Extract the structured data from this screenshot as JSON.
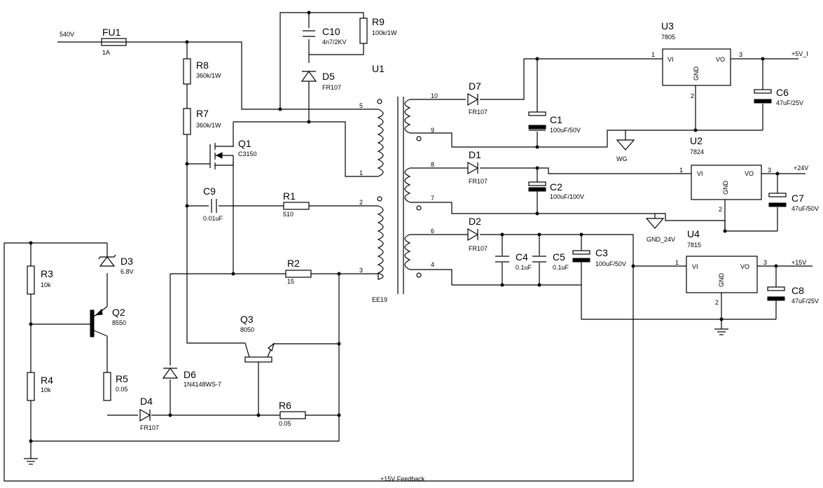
{
  "schematic": {
    "source_label": "540V",
    "feedback_label": "+15V Feedback",
    "transformer": {
      "ref": "U1",
      "core": "EE19",
      "pins": [
        "5",
        "1",
        "2",
        "3",
        "10",
        "9",
        "8",
        "7",
        "6",
        "4"
      ]
    },
    "fuse": {
      "ref": "FU1",
      "value": "1A"
    },
    "resistors": [
      {
        "ref": "R8",
        "value": "360k/1W"
      },
      {
        "ref": "R7",
        "value": "360k/1W"
      },
      {
        "ref": "R9",
        "value": "100k/1W"
      },
      {
        "ref": "R1",
        "value": "510"
      },
      {
        "ref": "R2",
        "value": "15"
      },
      {
        "ref": "R3",
        "value": "10k"
      },
      {
        "ref": "R4",
        "value": "10k"
      },
      {
        "ref": "R5",
        "value": "0.05"
      },
      {
        "ref": "R6",
        "value": "0.05"
      }
    ],
    "capacitors": [
      {
        "ref": "C10",
        "value": "4n7/2KV"
      },
      {
        "ref": "C9",
        "value": "0.01uF"
      },
      {
        "ref": "C1",
        "value": "100uF/50V"
      },
      {
        "ref": "C2",
        "value": "100uF/100V"
      },
      {
        "ref": "C3",
        "value": "100uF/50V"
      },
      {
        "ref": "C4",
        "value": "0.1uF"
      },
      {
        "ref": "C5",
        "value": "0.1uF"
      },
      {
        "ref": "C6",
        "value": "47uF/25V"
      },
      {
        "ref": "C7",
        "value": "47uF/50V"
      },
      {
        "ref": "C8",
        "value": "47uF/25V"
      }
    ],
    "diodes": [
      {
        "ref": "D5",
        "value": "FR107"
      },
      {
        "ref": "D7",
        "value": "FR107"
      },
      {
        "ref": "D1",
        "value": "FR107"
      },
      {
        "ref": "D2",
        "value": "FR107"
      },
      {
        "ref": "D4",
        "value": "FR107"
      },
      {
        "ref": "D6",
        "value": "1N4148WS-7"
      },
      {
        "ref": "D3",
        "value": "6.8V"
      }
    ],
    "transistors": [
      {
        "ref": "Q1",
        "value": "C3150"
      },
      {
        "ref": "Q2",
        "value": "8550"
      },
      {
        "ref": "Q3",
        "value": "8050"
      }
    ],
    "regulators": [
      {
        "ref": "U3",
        "value": "7805",
        "vi": "VI",
        "vo": "VO",
        "gnd": "GND",
        "pin_in": "1",
        "pin_out": "3",
        "pin_gnd": "2",
        "output": "+5V_I"
      },
      {
        "ref": "U2",
        "value": "7824",
        "vi": "VI",
        "vo": "VO",
        "gnd": "GND",
        "pin_in": "1",
        "pin_out": "3",
        "pin_gnd": "2",
        "output": "+24V"
      },
      {
        "ref": "U4",
        "value": "7815",
        "vi": "VI",
        "vo": "VO",
        "gnd": "GND",
        "pin_in": "1",
        "pin_out": "3",
        "pin_gnd": "2",
        "output": "+15V"
      }
    ],
    "grounds": [
      "WG",
      "GND_24V"
    ]
  }
}
